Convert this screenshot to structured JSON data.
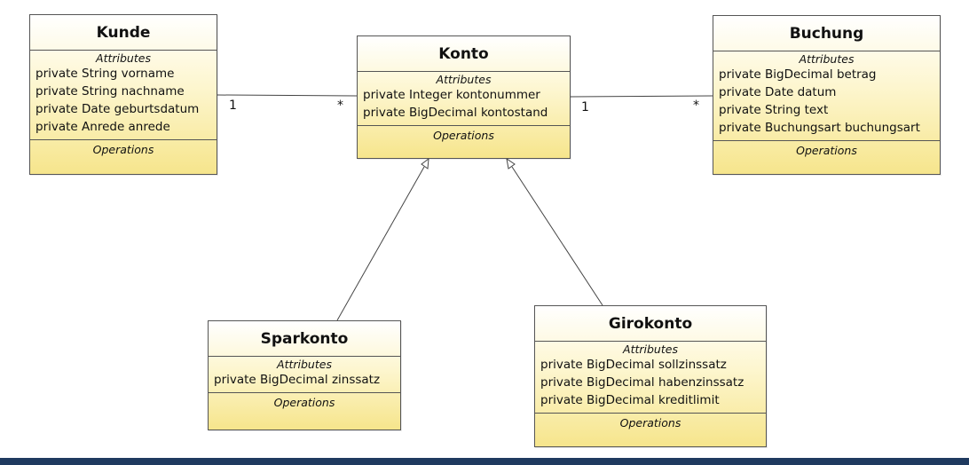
{
  "section_titles": {
    "attributes": "Attributes",
    "operations": "Operations"
  },
  "classes": {
    "kunde": {
      "name": "Kunde",
      "attributes": [
        "private String vorname",
        "private String nachname",
        "private Date geburtsdatum",
        "private Anrede anrede"
      ]
    },
    "konto": {
      "name": "Konto",
      "attributes": [
        "private Integer kontonummer",
        "private BigDecimal kontostand"
      ]
    },
    "buchung": {
      "name": "Buchung",
      "attributes": [
        "private BigDecimal betrag",
        "private Date datum",
        "private String text",
        "private Buchungsart buchungsart"
      ]
    },
    "sparkonto": {
      "name": "Sparkonto",
      "attributes": [
        "private BigDecimal zinssatz"
      ]
    },
    "girokonto": {
      "name": "Girokonto",
      "attributes": [
        "private BigDecimal sollzinssatz",
        "private BigDecimal habenzinssatz",
        "private BigDecimal kreditlimit"
      ]
    }
  },
  "associations": {
    "kunde_konto": {
      "source_multiplicity": "1",
      "target_multiplicity": "*"
    },
    "konto_buchung": {
      "source_multiplicity": "1",
      "target_multiplicity": "*"
    }
  },
  "colors": {
    "box_top": "#ffffff",
    "box_bottom": "#f6e58c",
    "border": "#555555",
    "bar": "#1f3a5f"
  }
}
